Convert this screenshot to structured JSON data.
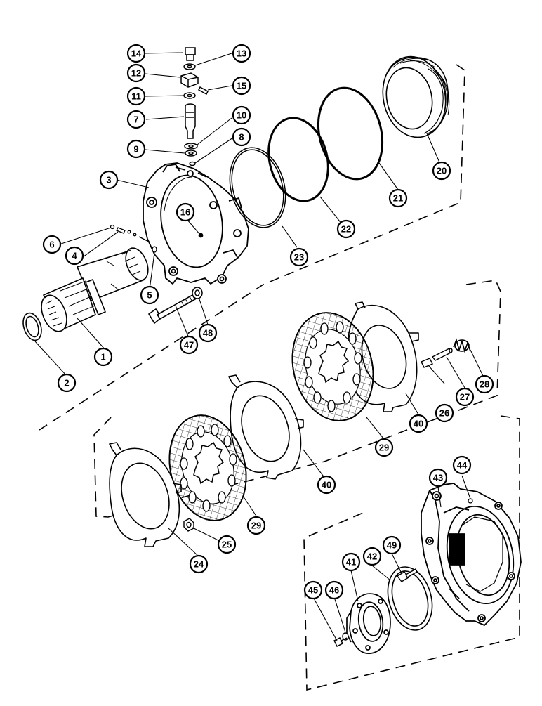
{
  "diagram": {
    "type": "exploded-parts-view",
    "callouts": [
      {
        "label": "1"
      },
      {
        "label": "2"
      },
      {
        "label": "3"
      },
      {
        "label": "4"
      },
      {
        "label": "5"
      },
      {
        "label": "6"
      },
      {
        "label": "7"
      },
      {
        "label": "8"
      },
      {
        "label": "9"
      },
      {
        "label": "10"
      },
      {
        "label": "11"
      },
      {
        "label": "12"
      },
      {
        "label": "13"
      },
      {
        "label": "14"
      },
      {
        "label": "15"
      },
      {
        "label": "16"
      },
      {
        "label": "20"
      },
      {
        "label": "21"
      },
      {
        "label": "22"
      },
      {
        "label": "23"
      },
      {
        "label": "47"
      },
      {
        "label": "48"
      },
      {
        "label": "29"
      },
      {
        "label": "40"
      },
      {
        "label": "26"
      },
      {
        "label": "27"
      },
      {
        "label": "28"
      },
      {
        "label": "40"
      },
      {
        "label": "29"
      },
      {
        "label": "24"
      },
      {
        "label": "25"
      },
      {
        "label": "43"
      },
      {
        "label": "44"
      },
      {
        "label": "49"
      },
      {
        "label": "42"
      },
      {
        "label": "41"
      },
      {
        "label": "46"
      },
      {
        "label": "45"
      }
    ]
  }
}
